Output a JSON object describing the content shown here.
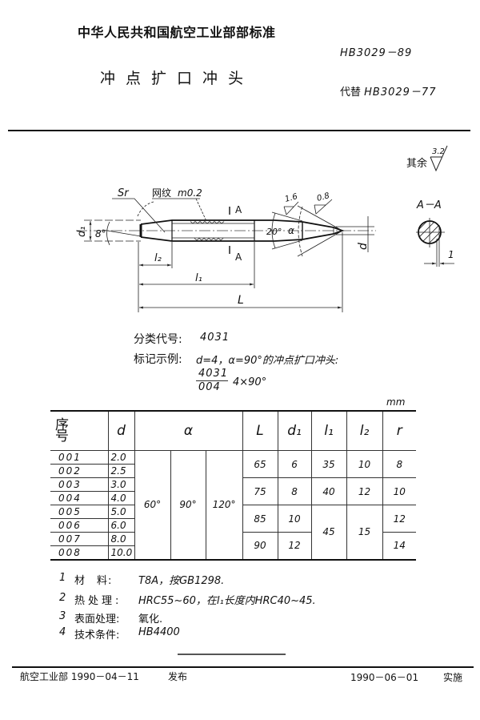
{
  "header": {
    "org_title": "中华人民共和国航空工业部部标准",
    "standard_no": "HB3029－89",
    "doc_title": "冲点扩口冲头",
    "replaces_label": "代替",
    "replaces_no": "HB3029－77"
  },
  "drawing": {
    "sr_label": "Sr",
    "knurl_label": "网纹",
    "knurl_spec": "m0.2",
    "section_mark_top": "A",
    "section_mark_bottom": "A",
    "d1_label": "d₁",
    "left_angle": "8°",
    "l2_label": "l₂",
    "l1_label": "l₁",
    "L_label": "L",
    "taper_angle": "20°",
    "cone_angle": "α",
    "roughness_1": "1.6",
    "roughness_2": "0.8",
    "d_label": "d",
    "other_surfaces_label": "其余",
    "other_roughness": "3.2",
    "section_title": "A－A",
    "flat_dim": "1"
  },
  "classification": {
    "code_label": "分类代号:",
    "code_value": "4031",
    "example_label": "标记示例:",
    "example_text": "d=4，α=90°的冲点扩口冲头:",
    "mark_numerator": "4031",
    "mark_denominator": "004",
    "mark_suffix": "4×90°"
  },
  "table": {
    "unit": "mm",
    "headers": {
      "seq": "序　号",
      "d": "d",
      "alpha": "α",
      "L": "L",
      "d1": "d₁",
      "l1": "l₁",
      "l2": "l₂",
      "r": "r"
    },
    "rows": [
      {
        "code": "001",
        "d": "2.0"
      },
      {
        "code": "002",
        "d": "2.5"
      },
      {
        "code": "003",
        "d": "3.0"
      },
      {
        "code": "004",
        "d": "4.0"
      },
      {
        "code": "005",
        "d": "5.0"
      },
      {
        "code": "006",
        "d": "6.0"
      },
      {
        "code": "007",
        "d": "8.0"
      },
      {
        "code": "008",
        "d": "10.0"
      }
    ],
    "alpha_values": [
      "60°",
      "90°",
      "120°"
    ],
    "L": [
      "65",
      "75",
      "85",
      "90"
    ],
    "d1": [
      "6",
      "8",
      "10",
      "12"
    ],
    "l1": [
      "35",
      "40",
      "45"
    ],
    "l2": [
      "10",
      "12",
      "15"
    ],
    "r": [
      "8",
      "10",
      "12",
      "14"
    ]
  },
  "notes": [
    {
      "num": "1",
      "label": "材　料:",
      "value": "T8A，按GB1298."
    },
    {
      "num": "2",
      "label": "热处理:",
      "value": "HRC55~60，在l₁长度内HRC40~45."
    },
    {
      "num": "3",
      "label": "表面处理:",
      "value": "氧化."
    },
    {
      "num": "4",
      "label": "技术条件:",
      "value": "HB4400"
    }
  ],
  "footer": {
    "issuer_date": "航空工业部 1990－04－11",
    "issued_label": "发布",
    "effective_date": "1990－06－01",
    "effective_label": "实施"
  }
}
